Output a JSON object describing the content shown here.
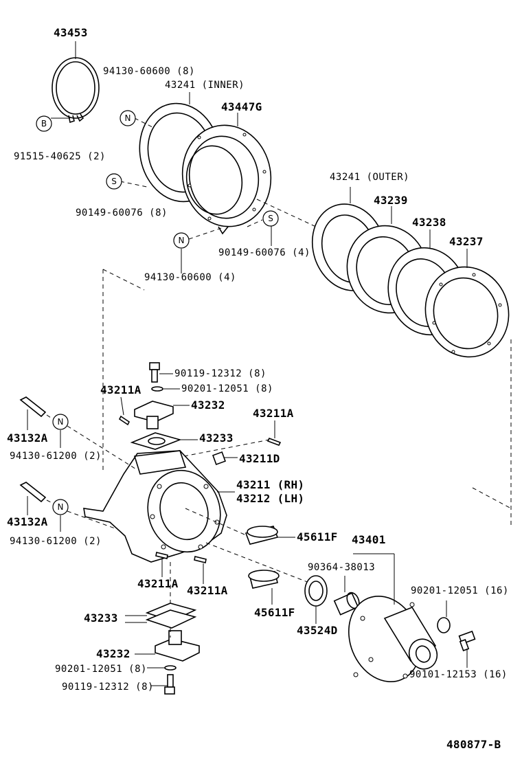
{
  "labels": {
    "l43453": "43453",
    "l94130a": "94130-60600 (8)",
    "l43241i": "43241 (INNER)",
    "l43447g": "43447G",
    "l91515": "91515-40625 (2)",
    "l90149a": "90149-60076 (8)",
    "l90149b": "90149-60076 (4)",
    "l94130b": "94130-60600 (4)",
    "l43241o": "43241 (OUTER)",
    "l43239": "43239",
    "l43238": "43238",
    "l43237": "43237",
    "l90119a": "90119-12312 (8)",
    "l90201a": "90201-12051 (8)",
    "l43211a1": "43211A",
    "l43232a": "43232",
    "l43211a2": "43211A",
    "l43233a": "43233",
    "l43211d": "43211D",
    "l43132a1": "43132A",
    "l94130c": "94130-61200 (2)",
    "l43211rh": "43211 (RH)",
    "l43212lh": "43212 (LH)",
    "l43132a2": "43132A",
    "l94130d": "94130-61200 (2)",
    "l45611f1": "45611F",
    "l43401": "43401",
    "l90364": "90364-38013",
    "l90201b": "90201-12051 (16)",
    "l43211a3": "43211A",
    "l43211a4": "43211A",
    "l45611f2": "45611F",
    "l43524d": "43524D",
    "l43233b": "43233",
    "l43232b": "43232",
    "l90201c": "90201-12051 (8)",
    "l90119b": "90119-12312 (8)",
    "l90101": "90101-12153 (16)",
    "figure_id": "480877-B"
  },
  "badges": {
    "b_B": "B",
    "n1": "N",
    "s1": "S",
    "s2": "S",
    "n2": "N",
    "n3": "N",
    "n4": "N"
  }
}
